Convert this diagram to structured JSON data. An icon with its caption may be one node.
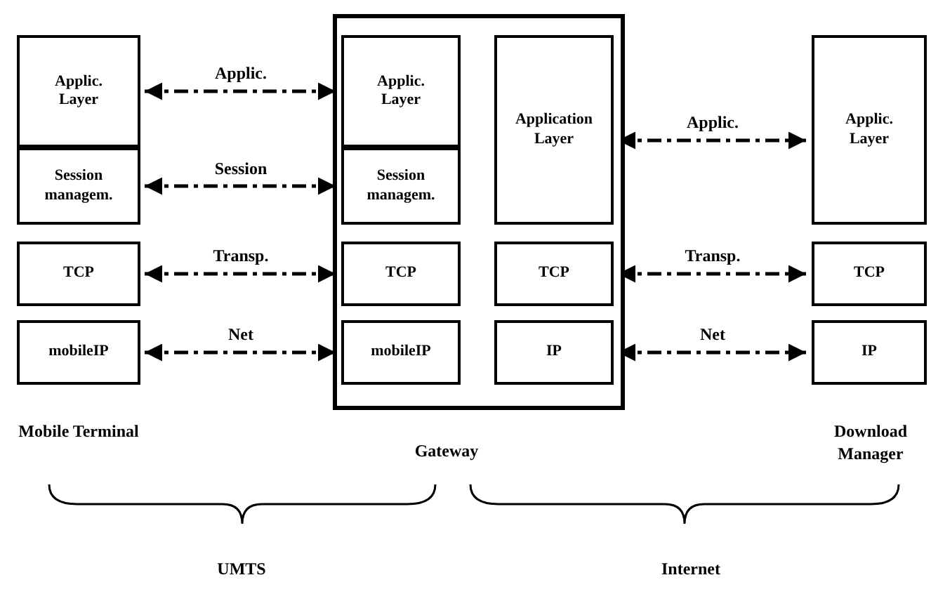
{
  "diagram": {
    "nodes": [
      {
        "text": [
          "Applic. Layer"
        ]
      },
      {
        "text": [
          "Session managem."
        ]
      },
      {
        "text": [
          "TCP"
        ]
      },
      {
        "text": [
          "mobileIP"
        ]
      },
      {
        "text": [],
        "shape": "box"
      },
      {
        "text": [
          "Applic. Layer"
        ],
        "in": 4
      },
      {
        "text": [
          "Session managem."
        ],
        "in": 4
      },
      {
        "text": [
          "TCP"
        ],
        "in": 4
      },
      {
        "text": [
          "mobileIP"
        ],
        "in": 4
      },
      {
        "text": [
          "Application Layer"
        ],
        "in": 4
      },
      {
        "text": [
          "TCP"
        ],
        "in": 4
      },
      {
        "text": [
          "IP"
        ],
        "in": 4
      },
      {
        "text": [
          "Applic. Layer"
        ]
      },
      {
        "text": [
          "TCP"
        ]
      },
      {
        "text": [
          "IP"
        ]
      }
    ],
    "edges": [
      {
        "from": 0,
        "to": 5,
        "arrow": "both",
        "label": "Applic.",
        "style": "dashed"
      },
      {
        "from": 1,
        "to": 6,
        "arrow": "both",
        "label": "Session",
        "style": "dashed"
      },
      {
        "from": 2,
        "to": 7,
        "arrow": "both",
        "label": "Transp.",
        "style": "dashed"
      },
      {
        "from": 3,
        "to": 8,
        "arrow": "both",
        "label": "Net",
        "style": "dashed"
      },
      {
        "from": 9,
        "to": 12,
        "arrow": "both",
        "label": "Applic.",
        "style": "dashed"
      },
      {
        "from": 10,
        "to": 13,
        "arrow": "both",
        "label": "Transp.",
        "style": "dashed"
      },
      {
        "from": 11,
        "to": 14,
        "arrow": "both",
        "label": "Net",
        "style": "dashed"
      }
    ],
    "labels": [
      "Mobile Terminal",
      "Gateway",
      "Download Manager",
      "UMTS",
      "Internet"
    ]
  }
}
